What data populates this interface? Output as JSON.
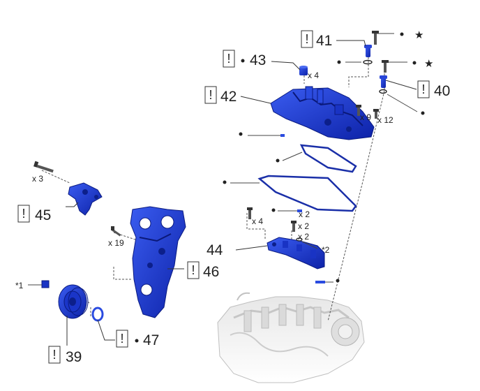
{
  "parts": {
    "p39": {
      "number": "39"
    },
    "p40": {
      "number": "40"
    },
    "p41": {
      "number": "41"
    },
    "p42": {
      "number": "42"
    },
    "p43": {
      "number": "43"
    },
    "p44": {
      "number": "44"
    },
    "p45": {
      "number": "45"
    },
    "p46": {
      "number": "46"
    },
    "p47": {
      "number": "47"
    }
  },
  "notice_symbol": "!",
  "quantities": {
    "q_x4_top": "x 4",
    "q_x9": "x 9",
    "q_x12": "x 12",
    "q_x3": "x 3",
    "q_x19": "x 19",
    "q_x4_mid": "x 4",
    "q_x2_a": "x 2",
    "q_x2_b": "x 2",
    "q_x2_c": "x 2"
  },
  "references": {
    "ref1": "*1",
    "ref2": "*2"
  },
  "star_symbol": "★",
  "colors": {
    "part_blue": "#1f3fd1",
    "part_dark": "#0c1f8a",
    "line": "#444444",
    "engine": "#c8c8c8"
  }
}
